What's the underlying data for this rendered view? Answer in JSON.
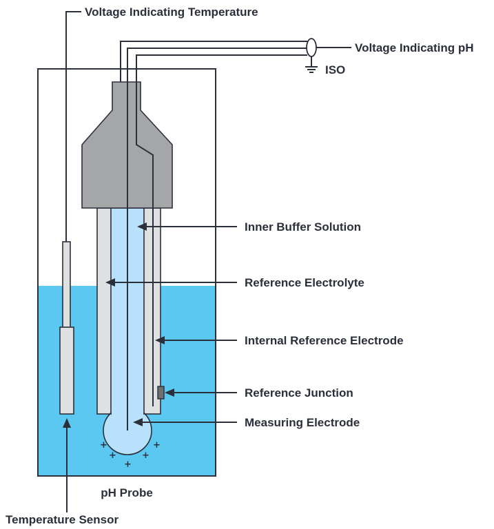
{
  "labels": {
    "voltage_temperature": "Voltage Indicating Temperature",
    "voltage_ph": "Voltage Indicating pH",
    "iso": "ISO",
    "inner_buffer": "Inner Buffer Solution",
    "reference_electrolyte": "Reference Electrolyte",
    "internal_reference_electrode": "Internal Reference Electrode",
    "reference_junction": "Reference Junction",
    "measuring_electrode": "Measuring Electrode",
    "ph_probe": "pH Probe",
    "temperature_sensor": "Temperature Sensor"
  },
  "charge_symbol": "+",
  "colors": {
    "solution": "#5bc8f2",
    "inner_buffer": "#b8e2fb",
    "probe_cap": "#a4a6a8",
    "glass_tube": "#dfe0e1",
    "line": "#2b2f3a",
    "junction": "#6d6e70"
  }
}
